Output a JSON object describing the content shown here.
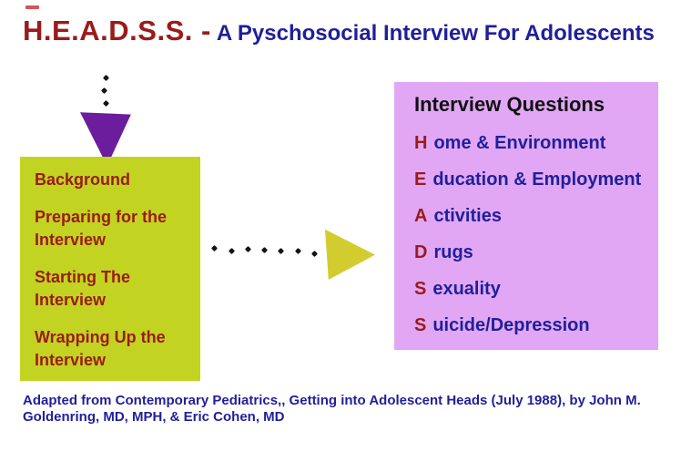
{
  "title": {
    "acronym": "H.E.A.D.S.S. -",
    "subtitle": "A Pyschosocial Interview For Adolescents"
  },
  "green_panel": {
    "items": [
      "Background",
      "Preparing for the Interview",
      "Starting The Interview",
      "Wrapping Up the Interview"
    ]
  },
  "pink_panel": {
    "heading": "Interview Questions",
    "items": [
      {
        "letter": "H",
        "rest": "ome & Environment"
      },
      {
        "letter": "E",
        "rest": "ducation & Employment"
      },
      {
        "letter": "A",
        "rest": "ctivities"
      },
      {
        "letter": "D",
        "rest": "rugs"
      },
      {
        "letter": "S",
        "rest": "exuality"
      },
      {
        "letter": "S",
        "rest": "uicide/Depression"
      }
    ]
  },
  "footer": {
    "line1": "Adapted from Contemporary Pediatrics,, Getting into Adolescent Heads (July 1988), by John M.",
    "line2": "Goldenring, MD, MPH, & Eric Cohen, MD"
  },
  "colors": {
    "dark_red": "#9A1B1B",
    "navy": "#201F9A",
    "green_box": "#C3D321",
    "arrow_yellow": "#D2CC2E",
    "pink_box": "#E1A7F5",
    "purple": "#6B1D9E",
    "heading_black": "#111111"
  }
}
